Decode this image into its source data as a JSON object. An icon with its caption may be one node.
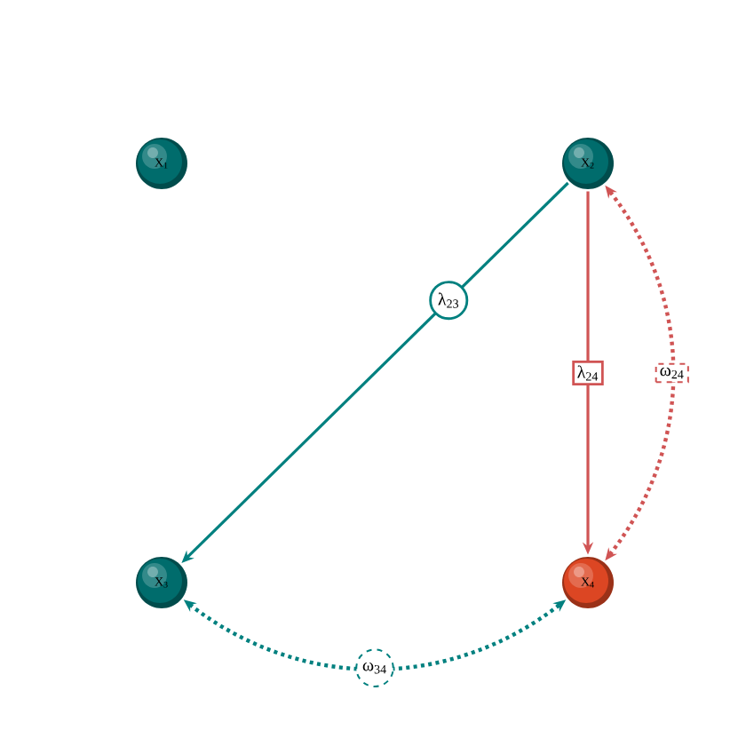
{
  "diagram": {
    "nodes": [
      {
        "text": [
          "X$_{1}$"
        ]
      },
      {
        "text": [
          "X$_{2}$"
        ]
      },
      {
        "text": [
          "X$_{3}$"
        ]
      },
      {
        "text": [
          "X$_{4}$"
        ]
      }
    ],
    "edges": [
      {
        "from": 1,
        "to": 2,
        "arrow": "to",
        "label": "λ$_{23}$",
        "color": "#00807f"
      },
      {
        "from": 1,
        "to": 3,
        "arrow": "to",
        "label": "λ$_{24}$",
        "color": "#d05454"
      },
      {
        "from": 3,
        "to": 1,
        "arrow": "both",
        "label": "ω$_{24}$",
        "color": "#d05454",
        "style": "dashed"
      },
      {
        "from": 2,
        "to": 3,
        "arrow": "both",
        "label": "ω$_{34}$",
        "color": "#00807f",
        "style": "dashed"
      }
    ]
  }
}
